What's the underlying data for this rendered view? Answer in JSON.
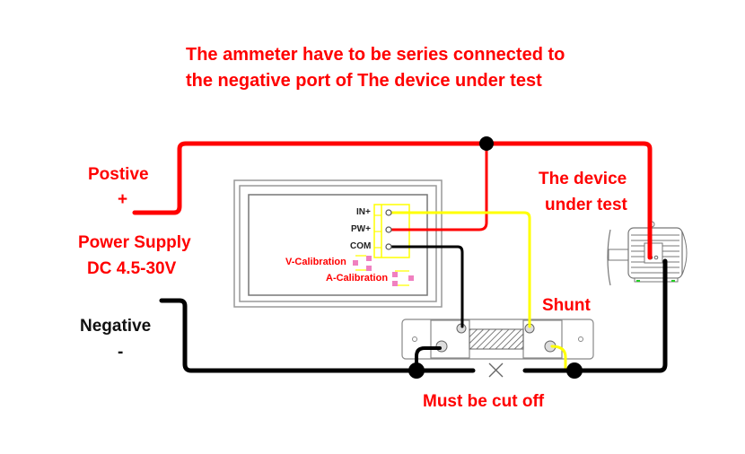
{
  "title": {
    "line1": "The ammeter have to be series connected to",
    "line2": "the negative port of  The device under test"
  },
  "power_supply": {
    "positive_label": "Postive",
    "positive_symbol": "+",
    "name_line1": "Power Supply",
    "name_line2": "DC 4.5-30V",
    "negative_label": "Negative",
    "negative_symbol": "-"
  },
  "meter": {
    "terminals": [
      "IN+",
      "PW+",
      "COM"
    ],
    "v_calibration": "V-Calibration",
    "a_calibration": "A-Calibration"
  },
  "device": {
    "line1": "The device",
    "line2": "under test",
    "icon": "motor-icon"
  },
  "shunt": {
    "label": "Shunt"
  },
  "cut": {
    "label": "Must be cut off",
    "icon": "x-cross-icon"
  },
  "colors": {
    "positive_wire": "#ff0000",
    "negative_wire": "#000000",
    "signal_wire": "#ffff00",
    "label_red": "#ff0000",
    "calibration_pad": "#f080c0"
  }
}
